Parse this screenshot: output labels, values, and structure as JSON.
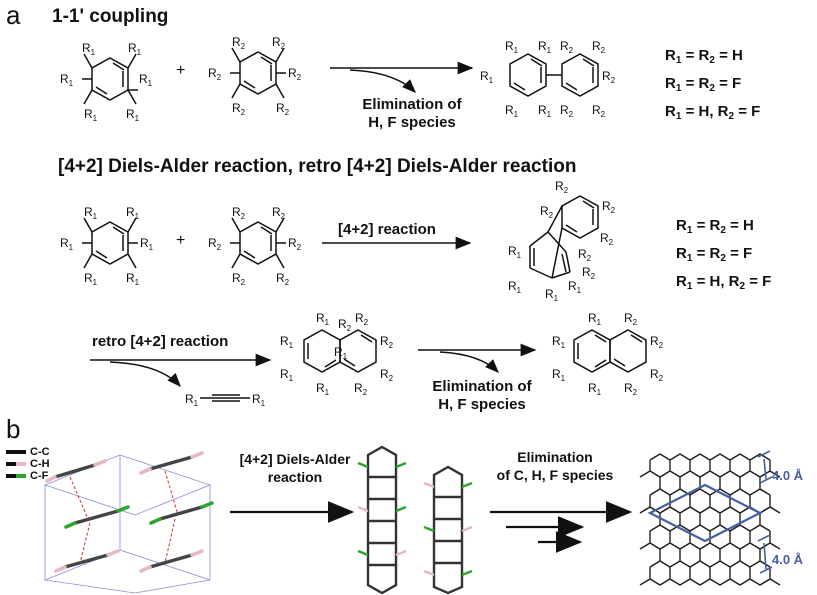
{
  "panel_a": {
    "letter": "a",
    "coupling": {
      "heading": "1-1' coupling",
      "plus": "+",
      "arrow_label_line1": "Elimination of",
      "arrow_label_line2": "H, F species",
      "conditions": [
        "R1 = R2 = H",
        "R1 = R2 = F",
        "R1 = H, R2 = F"
      ]
    },
    "diels_alder": {
      "heading": "[4+2] Diels-Alder reaction,  retro [4+2] Diels-Alder reaction",
      "plus": "+",
      "arrow_label": "[4+2] reaction",
      "conditions": [
        "R1 = R2 = H",
        "R1 = R2 = F",
        "R1 = H, R2 = F"
      ],
      "retro_label": "retro [4+2] reaction",
      "elim_label_line1": "Elimination of",
      "elim_label_line2": "H, F species"
    },
    "substituents": {
      "r1": "R1",
      "r2": "R2"
    }
  },
  "panel_b": {
    "letter": "b",
    "legend": [
      "C-C",
      "C-H",
      "C-F"
    ],
    "colors": {
      "cc": "#111111",
      "ch": "#e8b7c3",
      "cf": "#2aa62a",
      "dimension": "#4a5ea0"
    },
    "step1_label_line1": "[4+2] Diels-Alder",
    "step1_label_line2": "reaction",
    "step2_label_line1": "Elimination",
    "step2_label_line2": "of C, H, F species",
    "spacing_top": "4.0 Å",
    "spacing_bottom": "4.0 Å"
  }
}
